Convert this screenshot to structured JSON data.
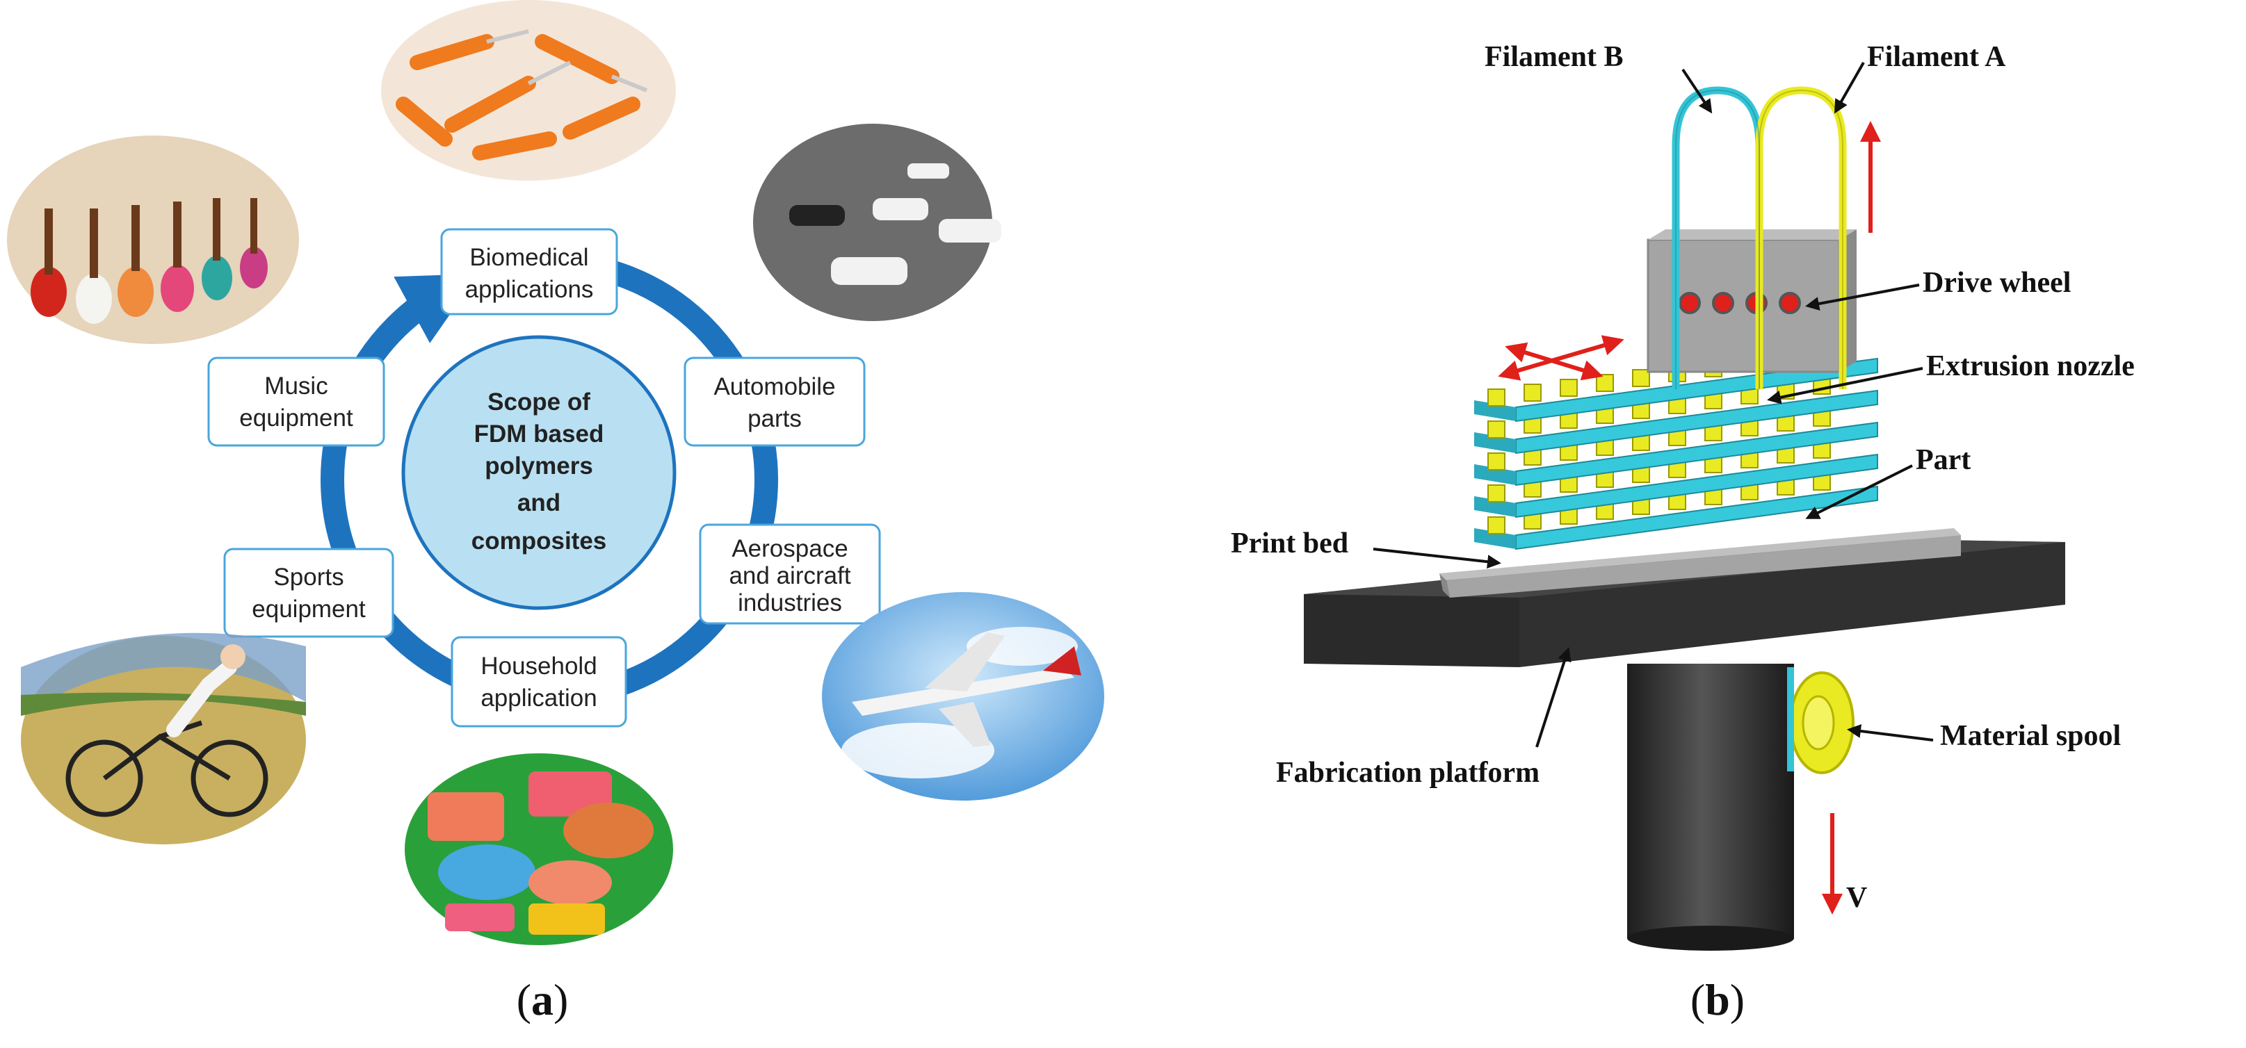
{
  "panel_a": {
    "center": [
      "Scope of",
      "FDM based",
      "polymers",
      "and",
      "composites"
    ],
    "boxes": {
      "biomedical": [
        "Biomedical",
        "applications"
      ],
      "automobile": [
        "Automobile",
        "parts"
      ],
      "aerospace": [
        "Aerospace",
        "and aircraft",
        "industries"
      ],
      "household": [
        "Household",
        "application"
      ],
      "sports": [
        "Sports",
        "equipment"
      ],
      "music": [
        "Music",
        "equipment"
      ]
    },
    "caption": {
      "open": "(",
      "letter": "a",
      "close": ")"
    }
  },
  "panel_b": {
    "labels": {
      "filament_b": "Filament B",
      "filament_a": "Filament A",
      "drive_wheel": "Drive wheel",
      "extrusion_nozzle": "Extrusion nozzle",
      "part": "Part",
      "print_bed": "Print bed",
      "fabrication_platform": "Fabrication platform",
      "material_spool": "Material spool",
      "v": "V"
    },
    "caption": {
      "open": "(",
      "letter": "b",
      "close": ")"
    }
  },
  "colors": {
    "ring": "#1e73be",
    "center_fill": "#b9e0f2",
    "box_border": "#4aa6dc",
    "filament_b": "#33c4d6",
    "filament_a": "#e8e81a",
    "layer_cyan": "#36c9dc",
    "layer_yellow": "#e9ea21",
    "bed": "#a4a4a4",
    "platform": "#3a3a3a",
    "arrow": "#e0201b"
  }
}
